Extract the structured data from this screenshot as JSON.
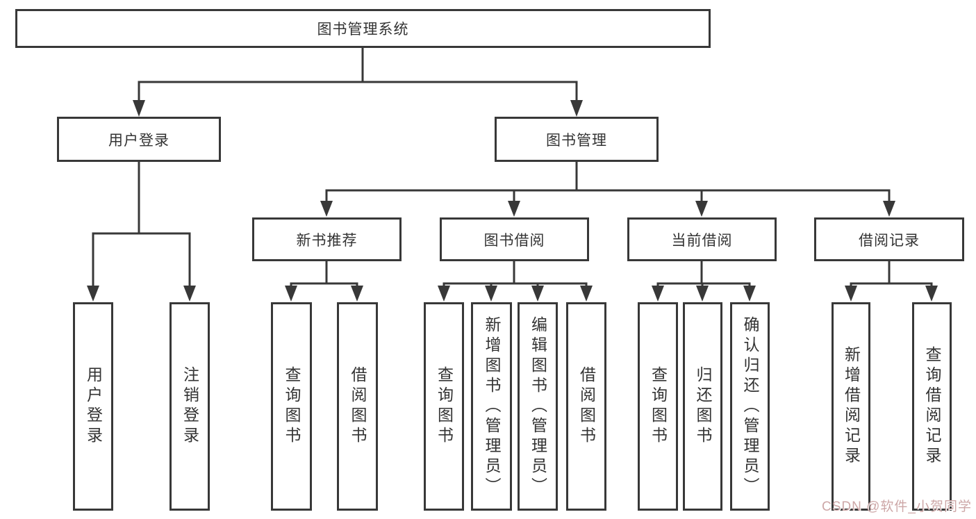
{
  "tree": {
    "root": {
      "label": "图书管理系统",
      "children": [
        {
          "label": "用户登录",
          "children": [
            {
              "label": "用户登录"
            },
            {
              "label": "注销登录"
            }
          ]
        },
        {
          "label": "图书管理",
          "children": [
            {
              "label": "新书推荐",
              "children": [
                {
                  "label": "查询图书"
                },
                {
                  "label": "借阅图书"
                }
              ]
            },
            {
              "label": "图书借阅",
              "children": [
                {
                  "label": "查询图书"
                },
                {
                  "label": "新增图书（管理员）"
                },
                {
                  "label": "编辑图书（管理员）"
                },
                {
                  "label": "借阅图书"
                }
              ]
            },
            {
              "label": "当前借阅",
              "children": [
                {
                  "label": "查询图书"
                },
                {
                  "label": "归还图书"
                },
                {
                  "label": "确认归还（管理员）"
                }
              ]
            },
            {
              "label": "借阅记录",
              "children": [
                {
                  "label": "新增借阅记录"
                },
                {
                  "label": "查询借阅记录"
                }
              ]
            }
          ]
        }
      ]
    }
  },
  "watermark": {
    "text": "CSDN @软件_小贺同学"
  },
  "colors": {
    "line": "#383838",
    "box_border": "#383838",
    "text": "#333333",
    "watermark": "#cda7a7",
    "background": "#ffffff"
  }
}
